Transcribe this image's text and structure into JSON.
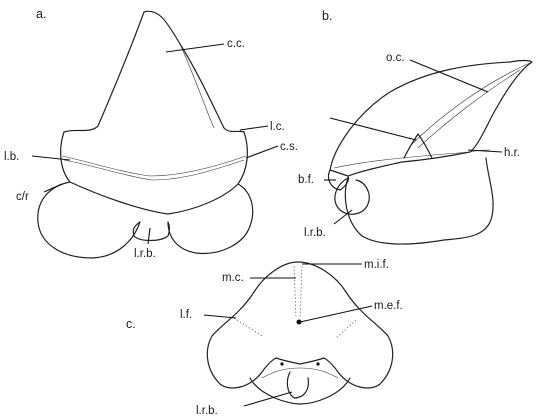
{
  "panels": {
    "a": "a.",
    "b": "b.",
    "c": "c."
  },
  "labels": {
    "a": {
      "cc": "c.c.",
      "lc": "l.c.",
      "cs": "c.s.",
      "lb": "l.b.",
      "cr": "c/r",
      "lrb": "l.r.b."
    },
    "b": {
      "oc": "o.c.",
      "hr": "h.r.",
      "bf": "b.f.",
      "lrb": "l.r.b."
    },
    "c": {
      "mc": "m.c.",
      "mif": "m.i.f.",
      "lf": "l.f.",
      "mef": "m.e.f.",
      "lrb": "l.r.b."
    }
  }
}
